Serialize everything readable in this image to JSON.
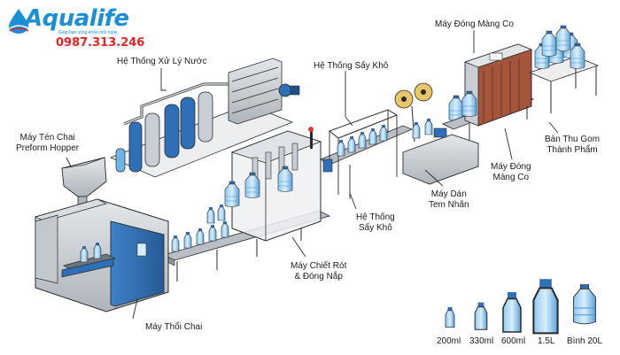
{
  "brand": {
    "name": "Aqualife",
    "slogan": "Giúp bạn sống khỏe mỗi ngày",
    "phone": "0987.313.246",
    "color": "#1a8fd6",
    "phone_color": "#e52323"
  },
  "labels": {
    "water_treatment": "Hệ Thống Xử Lý Nước",
    "dryer_top": "Hệ Thống Sấy Khô",
    "shrink_wrap_top": "Máy Đóng Màng Co",
    "preform_hopper_1": "Máy Tén Chai",
    "preform_hopper_2": "Preform Hopper",
    "blow_molding": "Máy Thổi Chai",
    "filling_1": "Máy Chiết Rót",
    "filling_2": "& Đóng Nắp",
    "dryer_bottom_1": "Hệ Thống",
    "dryer_bottom_2": "Sấy Khô",
    "labeling_1": "Máy Dán",
    "labeling_2": "Tem Nhãn",
    "shrink_wrap_1": "Máy Đóng",
    "shrink_wrap_2": "Màng Co",
    "collection_1": "Bàn Thu Gom",
    "collection_2": "Thành Phẩm"
  },
  "bottle_sizes": [
    "200ml",
    "330ml",
    "600ml",
    "1.5L",
    "Bình 20L"
  ],
  "colors": {
    "machine_blue": "#2e6fb5",
    "steel": "#c9ced4",
    "steel_dark": "#8f969d",
    "outline": "#2a2a2a",
    "bottle": "#6fb4e8",
    "rust": "#a5553c"
  }
}
